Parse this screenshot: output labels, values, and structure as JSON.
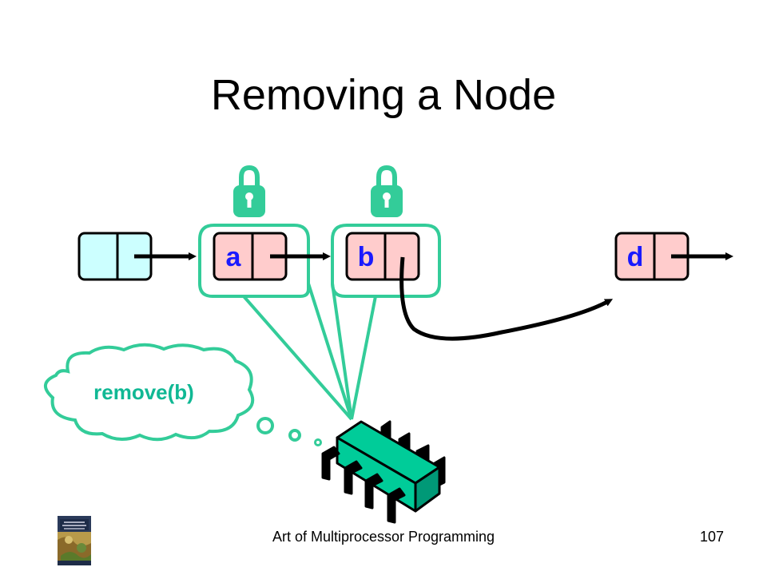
{
  "slide": {
    "title": "Removing a Node",
    "footer": "Art of Multiprocessor Programming",
    "page_number": "107"
  },
  "nodes": [
    {
      "id": "head",
      "label": "",
      "color": "#ccffff"
    },
    {
      "id": "a",
      "label": "a",
      "color": "#ffcccc"
    },
    {
      "id": "b",
      "label": "b",
      "color": "#ffcccc"
    },
    {
      "id": "d",
      "label": "d",
      "color": "#ffcccc"
    }
  ],
  "locks": [
    {
      "on": "a",
      "icon": "padlock-icon"
    },
    {
      "on": "b",
      "icon": "padlock-icon"
    }
  ],
  "thread": {
    "thought": "remove(b)",
    "icon": "processor-chip-icon"
  },
  "colors": {
    "lock_outline": "#33cc99",
    "label_text": "#1a1aff",
    "thought_text": "#10b894",
    "chip_fill": "#00cc99"
  }
}
